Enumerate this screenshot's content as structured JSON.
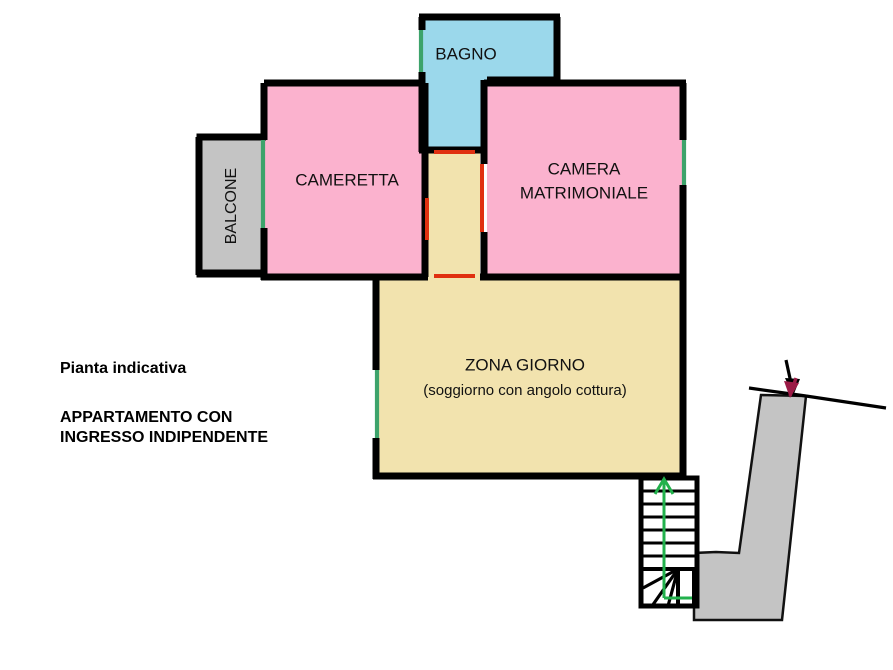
{
  "document": {
    "type": "floor-plan",
    "language": "it"
  },
  "notes": {
    "line1": "Pianta indicativa",
    "line2": "APPARTAMENTO CON",
    "line3": "INGRESSO INDIPENDENTE"
  },
  "rooms": [
    {
      "id": "bagno",
      "label": "BAGNO",
      "color": "#9BD8EB",
      "type": "bathroom"
    },
    {
      "id": "cameretta",
      "label": "CAMERETTA",
      "color": "#FBB2CE",
      "type": "bedroom"
    },
    {
      "id": "camera-matrimoniale",
      "label_line1": "CAMERA",
      "label_line2": "MATRIMONIALE",
      "color": "#FBB2CE",
      "type": "bedroom"
    },
    {
      "id": "zona-giorno",
      "label_line1": "ZONA GIORNO",
      "label_line2": "(soggiorno con angolo cottura)",
      "color": "#F2E3AE",
      "type": "living"
    },
    {
      "id": "corridoio",
      "label": "",
      "color": "#F2E3AE",
      "type": "corridor"
    },
    {
      "id": "balcone",
      "label": "BALCONE",
      "color": "#C4C4C4",
      "type": "balcony",
      "text_rotation": -90
    },
    {
      "id": "vialetto-ingresso",
      "label": "",
      "color": "#C4C4C4",
      "type": "outdoor-walkway"
    }
  ],
  "markers": {
    "window_color": "#3DA36B",
    "door_color": "#E03010",
    "wall_color": "#000000",
    "entrance_arrow_color": "#9B1B46",
    "stair_path_color": "#22B14C"
  },
  "stairs": {
    "id": "scala-ingresso",
    "tread_count": 9,
    "has_winder": true,
    "direction_label": "up"
  }
}
